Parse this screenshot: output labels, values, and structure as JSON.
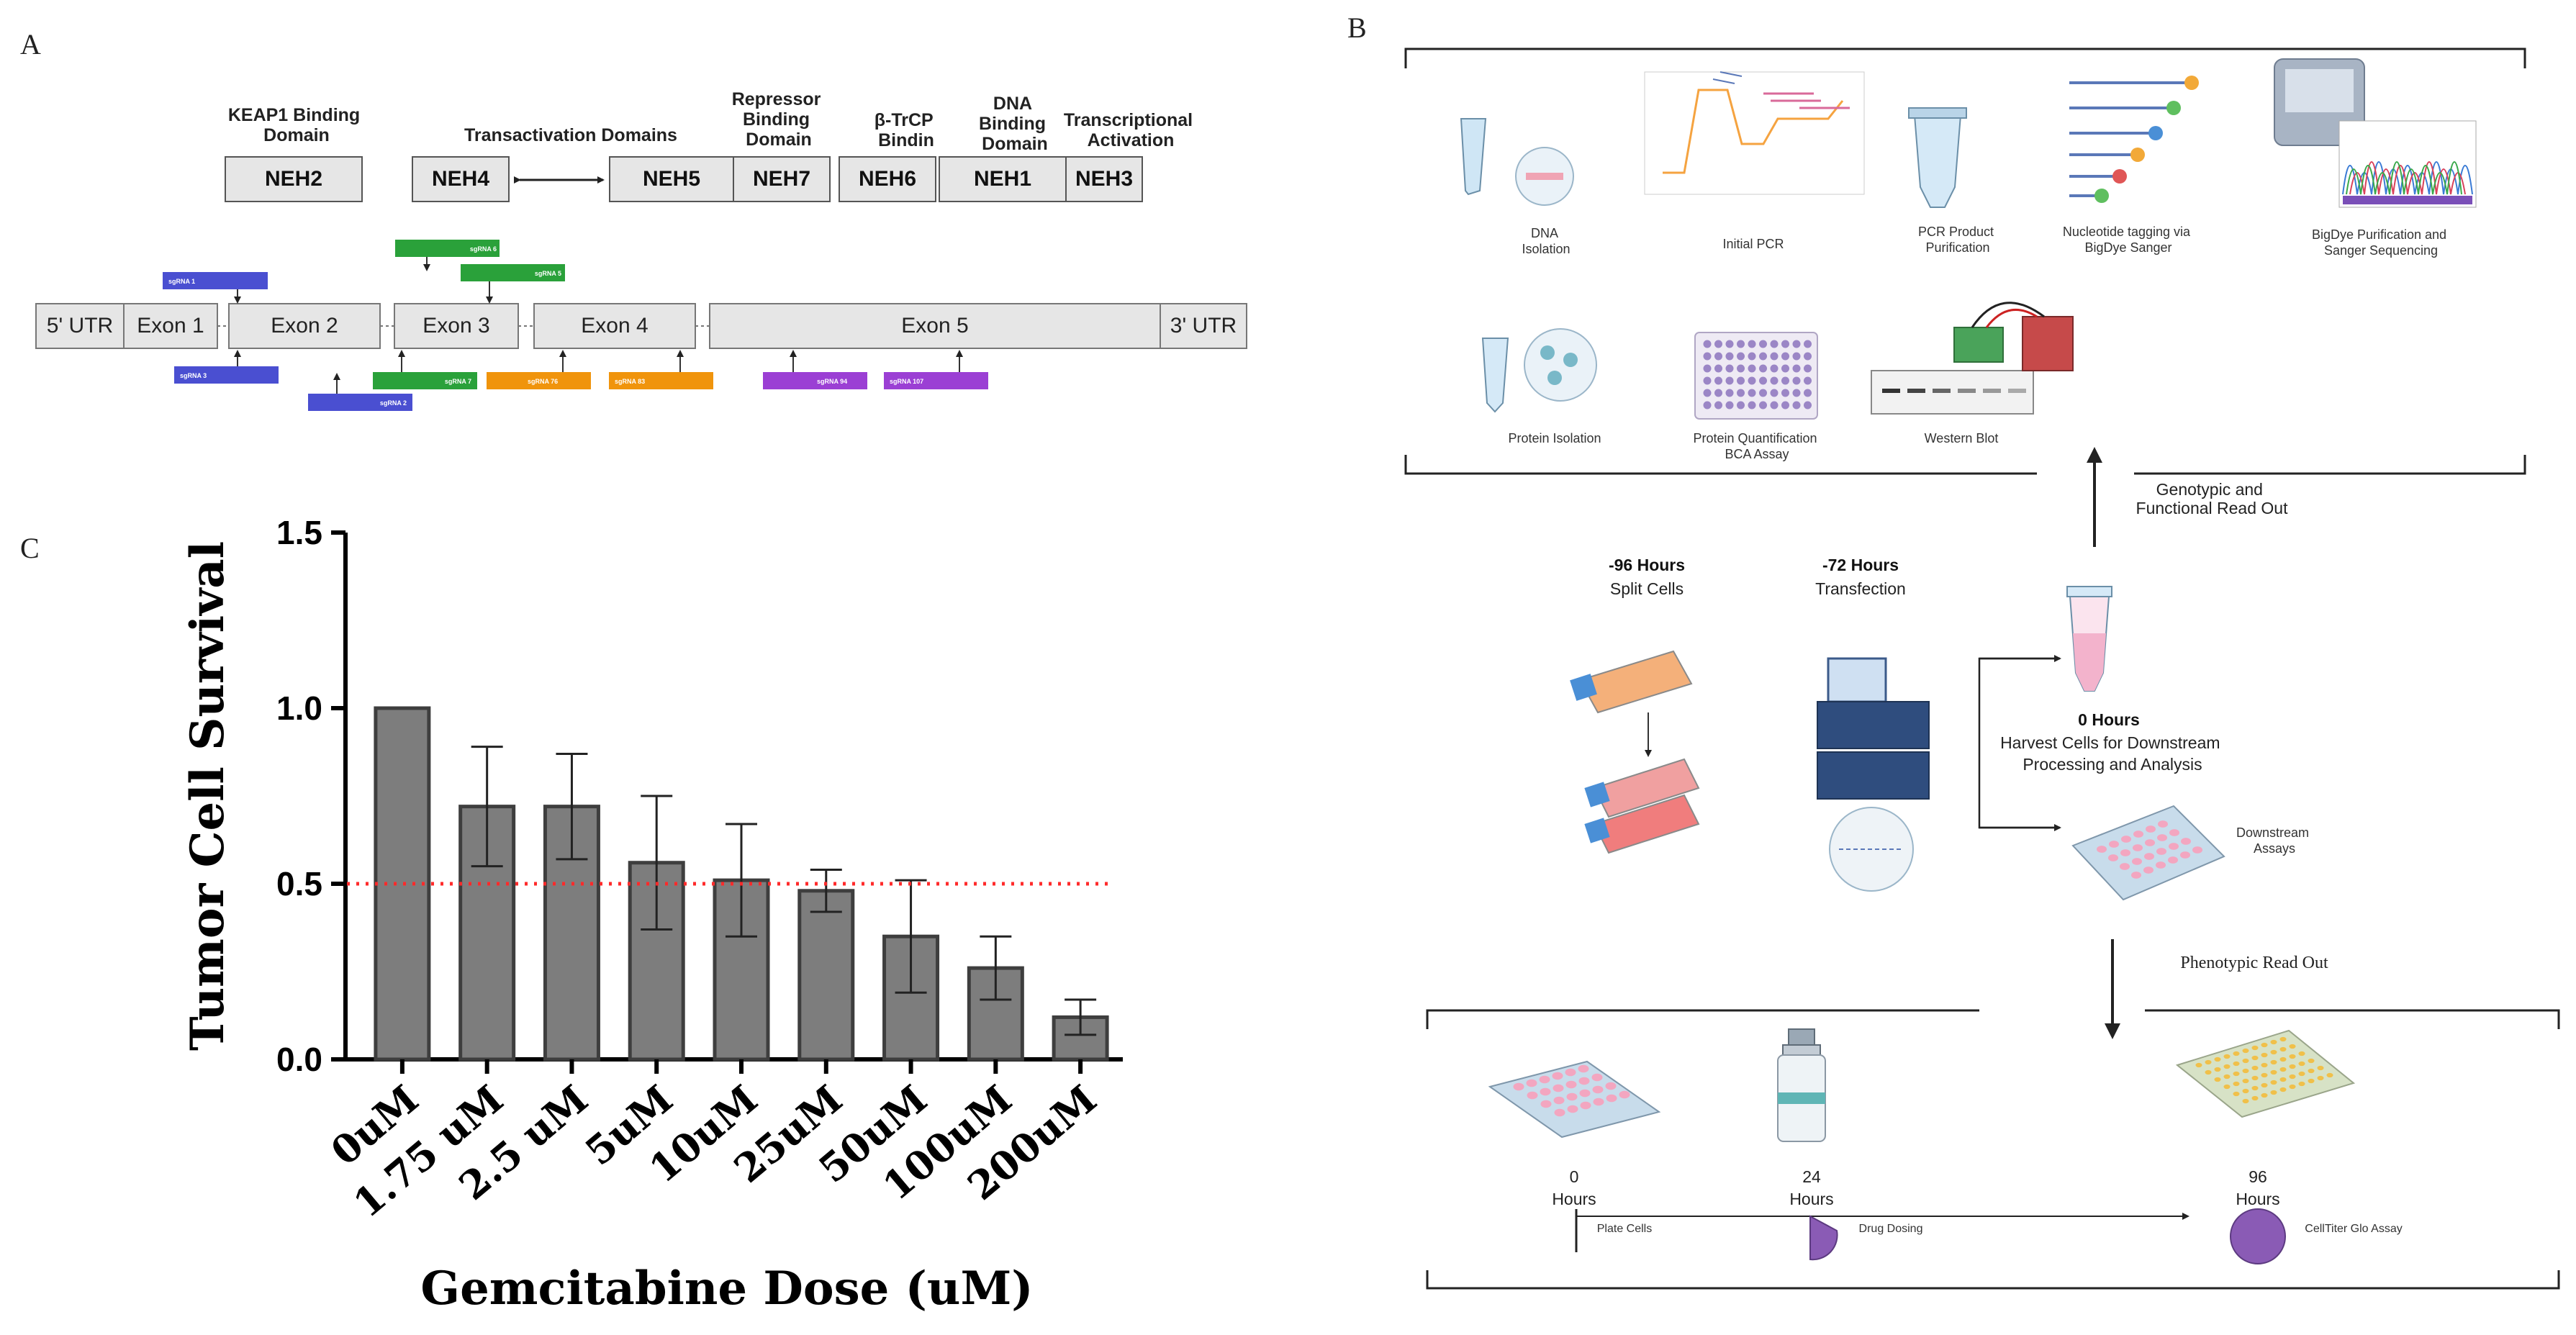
{
  "panels": {
    "a": "A",
    "b": "B",
    "c": "C"
  },
  "panel_a": {
    "domain_titles": [
      {
        "lines": [
          "KEAP1 Binding",
          "Domain"
        ]
      },
      {
        "lines": [
          "Transactivation Domains"
        ]
      },
      {
        "lines": [
          "Repressor",
          "Binding",
          "Domain"
        ]
      },
      {
        "lines": [
          "β-TrCP",
          "Bindin"
        ]
      },
      {
        "lines": [
          "DNA",
          "Binding",
          "Domain"
        ]
      },
      {
        "lines": [
          "Transcriptional",
          "Activation"
        ]
      }
    ],
    "domains": [
      "NEH2",
      "NEH4",
      "NEH5",
      "NEH7",
      "NEH6",
      "NEH1",
      "NEH3"
    ],
    "exons": [
      "5' UTR",
      "Exon 1",
      "Exon 2",
      "Exon 3",
      "Exon 4",
      "Exon 5",
      "3' UTR"
    ],
    "sgrnas": [
      {
        "label": "sgRNA 1",
        "color": "#4a4fd1"
      },
      {
        "label": "sgRNA 3",
        "color": "#4a4fd1"
      },
      {
        "label": "sgRNA 2",
        "color": "#4a4fd1"
      },
      {
        "label": "sgRNA 6",
        "color": "#2aa13a"
      },
      {
        "label": "sgRNA 5",
        "color": "#2aa13a"
      },
      {
        "label": "sgRNA 7",
        "color": "#2aa13a"
      },
      {
        "label": "sgRNA 76",
        "color": "#f0940c"
      },
      {
        "label": "sgRNA 83",
        "color": "#f0940c"
      },
      {
        "label": "sgRNA 94",
        "color": "#9b3fd4"
      },
      {
        "label": "sgRNA 107",
        "color": "#9b3fd4"
      }
    ]
  },
  "panel_b": {
    "top_steps": [
      {
        "lines": [
          "DNA",
          "Isolation"
        ]
      },
      {
        "lines": [
          "Initial PCR"
        ]
      },
      {
        "lines": [
          "PCR Product",
          "Purification"
        ]
      },
      {
        "lines": [
          "Nucleotide tagging via",
          "BigDye Sanger"
        ]
      },
      {
        "lines": [
          "BigDye Purification and",
          "Sanger Sequencing"
        ]
      },
      {
        "lines": [
          "Protein Isolation"
        ]
      },
      {
        "lines": [
          "Protein Quantification",
          "BCA Assay"
        ]
      },
      {
        "lines": [
          "Western Blot"
        ]
      }
    ],
    "readout_top": [
      "Genotypic and",
      "Functional Read Out"
    ],
    "split": {
      "time": "-96 Hours",
      "label": "Split Cells"
    },
    "transfect": {
      "time": "-72 Hours",
      "label": "Transfection"
    },
    "harvest": {
      "time": "0 Hours",
      "lines": [
        "Harvest Cells for Downstream",
        "Processing and Analysis"
      ]
    },
    "downstream": [
      "Downstream",
      "Assays"
    ],
    "readout_pheno": "Phenotypic Read Out",
    "timeline": [
      {
        "num": "0",
        "unit": "Hours",
        "event": "Plate Cells"
      },
      {
        "num": "24",
        "unit": "Hours",
        "event": "Drug Dosing"
      },
      {
        "num": "96",
        "unit": "Hours",
        "event": "CellTiter Glo Assay"
      }
    ]
  },
  "chart_data": {
    "type": "bar",
    "title": "",
    "xlabel": "Gemcitabine  Dose (uM)",
    "ylabel": "Tumor Cell Survival",
    "categories": [
      "0uM",
      "1.75 uM",
      "2.5 uM",
      "5uM",
      "10uM",
      "25uM",
      "50uM",
      "100uM",
      "200uM"
    ],
    "values": [
      1.0,
      0.72,
      0.72,
      0.56,
      0.51,
      0.48,
      0.35,
      0.26,
      0.12
    ],
    "error": [
      0.0,
      0.17,
      0.15,
      0.19,
      0.16,
      0.06,
      0.16,
      0.09,
      0.05
    ],
    "ylim": [
      0,
      1.5
    ],
    "yticks": [
      "0.0",
      "0.5",
      "1.0",
      "1.5"
    ],
    "reference_line": {
      "y": 0.5,
      "color": "#ff2a2a",
      "style": "dotted"
    },
    "bar_color": "#7d7d7d"
  }
}
